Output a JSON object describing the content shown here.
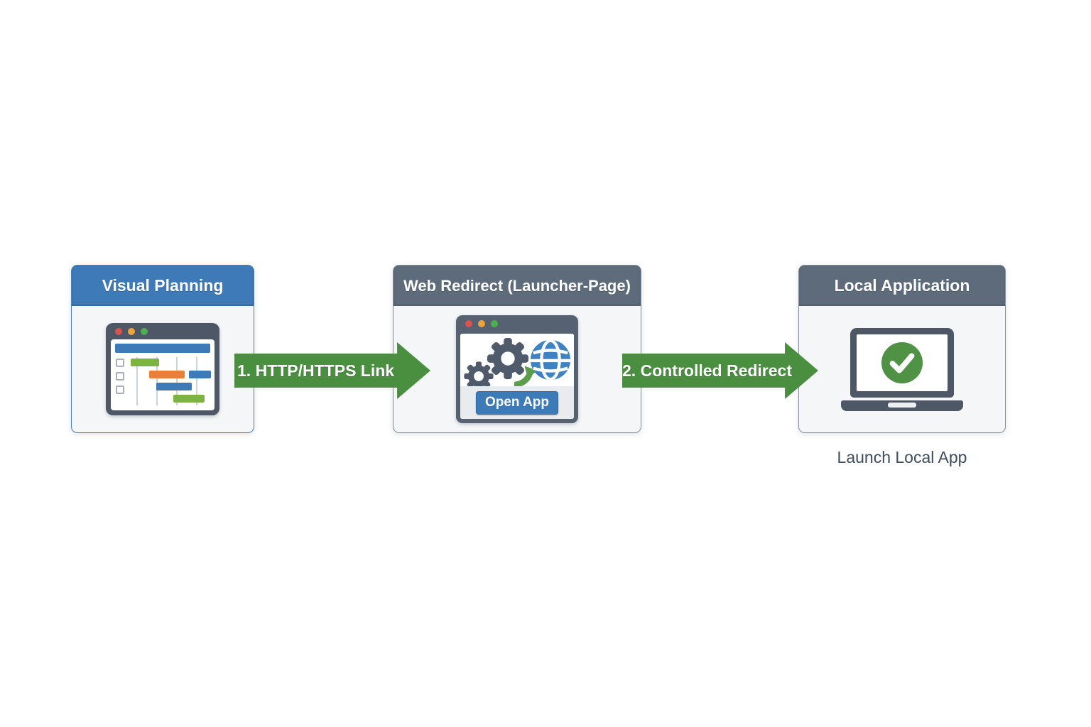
{
  "nodes": {
    "planning": {
      "title": "Visual Planning"
    },
    "redirect": {
      "title": "Web Redirect (Launcher-Page)",
      "button_label": "Open App"
    },
    "local": {
      "title": "Local Application",
      "caption": "Launch Local App"
    }
  },
  "arrows": {
    "first": {
      "number": "1.",
      "label": "HTTP/HTTPS Link"
    },
    "second": {
      "number": "2.",
      "label": "Controlled Redirect"
    }
  },
  "colors": {
    "header_blue": "#3d7ab7",
    "header_gray": "#5d6b7b",
    "arrow_green": "#4a8e40",
    "button_blue": "#3d7ab8",
    "check_green": "#4f9246",
    "globe_blue": "#3e82c4",
    "bar_orange": "#e8803c",
    "bar_green": "#7cb342",
    "bar_blue": "#3d7ab7",
    "frame_slate": "#4d5765",
    "box_body": "#f4f6f8",
    "box_border_blue": "#4a80b5",
    "box_border_gray": "#858f9b",
    "caption_text": "#3e4d5e",
    "dot_red": "#d9534f",
    "dot_yellow": "#eaa63c",
    "dot_green": "#4caf50"
  }
}
